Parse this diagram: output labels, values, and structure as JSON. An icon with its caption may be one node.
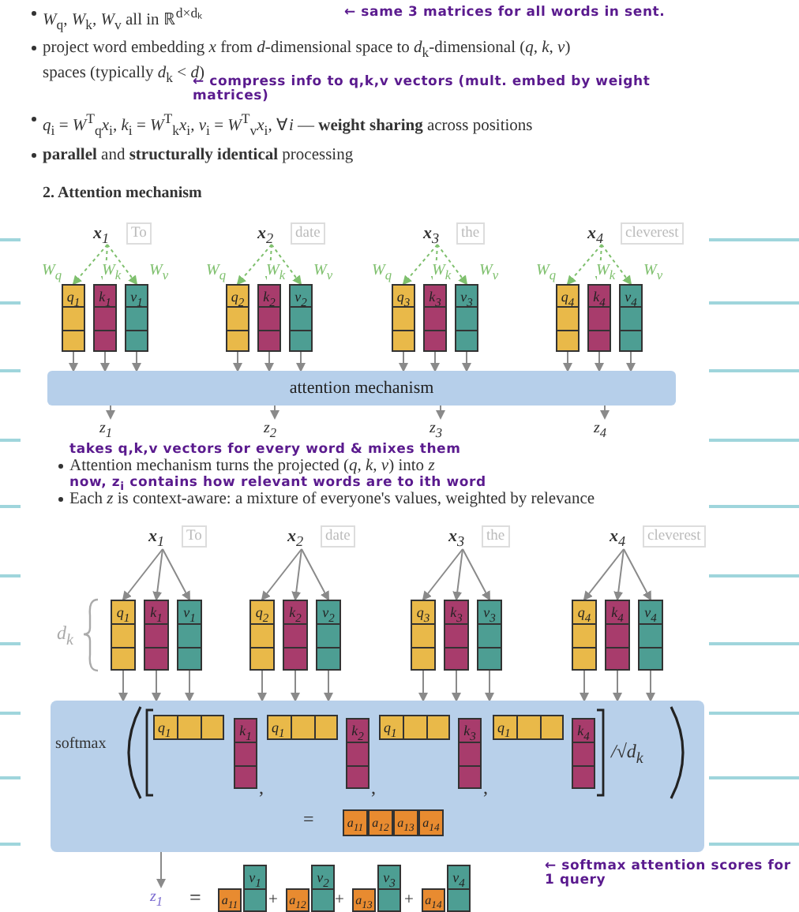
{
  "diagram": {
    "nodes": [
      {
        "text": [
          "**x**$_{1}$"
        ],
        "beside": [
          "To"
        ]
      },
      {
        "text": [
          "**x**$_{2}$"
        ],
        "beside": [
          "date"
        ]
      },
      {
        "text": [
          "**x**$_{3}$"
        ],
        "beside": [
          "the"
        ]
      },
      {
        "text": [
          "**x**$_{4}$"
        ],
        "beside": [
          "cleverest"
        ]
      },
      {
        "text": [
          "q$_{1}$"
        ]
      },
      {
        "text": [
          "k$_{1}$"
        ]
      },
      {
        "text": [
          "v$_{1}$"
        ]
      },
      {
        "text": [
          "q$_{2}$"
        ]
      },
      {
        "text": [
          "k$_{2}$"
        ]
      },
      {
        "text": [
          "v$_{2}$"
        ]
      },
      {
        "text": [
          "q$_{3}$"
        ]
      },
      {
        "text": [
          "k$_{3}$"
        ]
      },
      {
        "text": [
          "v$_{3}$"
        ]
      },
      {
        "text": [
          "q$_{4}$"
        ]
      },
      {
        "text": [
          "k$_{4}$"
        ]
      },
      {
        "text": [
          "v$_{4}$"
        ]
      },
      {
        "text": [
          "attention mechanism"
        ]
      },
      {
        "text": [
          "z$_{1}$"
        ]
      },
      {
        "text": [
          "z$_{2}$"
        ]
      },
      {
        "text": [
          "z$_{3}$"
        ]
      },
      {
        "text": [
          "z$_{4}$"
        ]
      },
      {
        "text": [
          "**x**$_{1}$"
        ],
        "beside": [
          "To"
        ]
      },
      {
        "text": [
          "**x**$_{2}$"
        ],
        "beside": [
          "date"
        ]
      },
      {
        "text": [
          "**x**$_{3}$"
        ],
        "beside": [
          "the"
        ]
      },
      {
        "text": [
          "**x**$_{4}$"
        ],
        "beside": [
          "cleverest"
        ]
      },
      {
        "text": [
          "q$_{1}$"
        ]
      },
      {
        "text": [
          "k$_{1}$"
        ]
      },
      {
        "text": [
          "v$_{1}$"
        ]
      },
      {
        "text": [
          "q$_{2}$"
        ]
      },
      {
        "text": [
          "k$_{2}$"
        ]
      },
      {
        "text": [
          "v$_{2}$"
        ]
      },
      {
        "text": [
          "q$_{3}$"
        ]
      },
      {
        "text": [
          "k$_{3}$"
        ]
      },
      {
        "text": [
          "v$_{3}$"
        ]
      },
      {
        "text": [
          "q$_{4}$"
        ]
      },
      {
        "text": [
          "k$_{4}$"
        ]
      },
      {
        "text": [
          "v$_{4}$"
        ]
      },
      {
        "text": [
          "softmax",
          ",",
          ",",
          ",",
          "/√d$_{k}$",
          "="
        ]
      },
      {
        "text": [
          "q$_{1}$"
        ],
        "in": 37
      },
      {
        "text": [
          "k$_{1}$"
        ],
        "in": 37
      },
      {
        "text": [
          "q$_{1}$"
        ],
        "in": 37
      },
      {
        "text": [
          "k$_{2}$"
        ],
        "in": 37
      },
      {
        "text": [
          "q$_{1}$"
        ],
        "in": 37
      },
      {
        "text": [
          "k$_{3}$"
        ],
        "in": 37
      },
      {
        "text": [
          "q$_{1}$"
        ],
        "in": 37
      },
      {
        "text": [
          "k$_{4}$"
        ],
        "in": 37
      },
      {
        "text": [
          "a$_{11}$"
        ],
        "in": 37
      },
      {
        "text": [
          "a$_{12}$"
        ],
        "in": 37
      },
      {
        "text": [
          "a$_{13}$"
        ],
        "in": 37
      },
      {
        "text": [
          "a$_{14}$"
        ],
        "in": 37
      },
      {
        "text": [
          "z$_{1}$"
        ]
      },
      {
        "text": [
          "a$_{11}$"
        ]
      },
      {
        "text": [
          "v$_{1}$"
        ]
      },
      {
        "text": [
          "a$_{12}$"
        ]
      },
      {
        "text": [
          "v$_{2}$"
        ]
      },
      {
        "text": [
          "a$_{13}$"
        ]
      },
      {
        "text": [
          "v$_{3}$"
        ]
      },
      {
        "text": [
          "a$_{14}$"
        ]
      },
      {
        "text": [
          "v$_{4}$"
        ]
      }
    ],
    "edges": [
      {
        "from": 0,
        "to": 4,
        "arrow": "to",
        "label": "W$_{q}$",
        "style": "dashed",
        "color": "#7fc06e"
      },
      {
        "from": 0,
        "to": 5,
        "arrow": "to",
        "label": "W$_{k}$",
        "style": "dashed",
        "color": "#7fc06e"
      },
      {
        "from": 0,
        "to": 6,
        "arrow": "to",
        "label": "W$_{v}$",
        "style": "dashed",
        "color": "#7fc06e"
      },
      {
        "from": 1,
        "to": 7,
        "arrow": "to",
        "label": "W$_{q}$",
        "style": "dashed",
        "color": "#7fc06e"
      },
      {
        "from": 1,
        "to": 8,
        "arrow": "to",
        "label": "W$_{k}$",
        "style": "dashed",
        "color": "#7fc06e"
      },
      {
        "from": 1,
        "to": 9,
        "arrow": "to",
        "label": "W$_{v}$",
        "style": "dashed",
        "color": "#7fc06e"
      },
      {
        "from": 2,
        "to": 10,
        "arrow": "to",
        "label": "W$_{q}$",
        "style": "dashed",
        "color": "#7fc06e"
      },
      {
        "from": 2,
        "to": 11,
        "arrow": "to",
        "label": "W$_{k}$",
        "style": "dashed",
        "color": "#7fc06e"
      },
      {
        "from": 2,
        "to": 12,
        "arrow": "to",
        "label": "W$_{v}$",
        "style": "dashed",
        "color": "#7fc06e"
      },
      {
        "from": 3,
        "to": 13,
        "arrow": "to",
        "label": "W$_{q}$",
        "style": "dashed",
        "color": "#7fc06e"
      },
      {
        "from": 3,
        "to": 14,
        "arrow": "to",
        "label": "W$_{k}$",
        "style": "dashed",
        "color": "#7fc06e"
      },
      {
        "from": 3,
        "to": 15,
        "arrow": "to",
        "label": "W$_{v}$",
        "style": "dashed",
        "color": "#7fc06e"
      },
      {
        "from": 4,
        "to": 16,
        "arrow": "to"
      },
      {
        "from": 5,
        "to": 16,
        "arrow": "to"
      },
      {
        "from": 6,
        "to": 16,
        "arrow": "to"
      },
      {
        "from": 7,
        "to": 16,
        "arrow": "to"
      },
      {
        "from": 8,
        "to": 16,
        "arrow": "to"
      },
      {
        "from": 9,
        "to": 16,
        "arrow": "to"
      },
      {
        "from": 10,
        "to": 16,
        "arrow": "to"
      },
      {
        "from": 11,
        "to": 16,
        "arrow": "to"
      },
      {
        "from": 12,
        "to": 16,
        "arrow": "to"
      },
      {
        "from": 13,
        "to": 16,
        "arrow": "to"
      },
      {
        "from": 14,
        "to": 16,
        "arrow": "to"
      },
      {
        "from": 15,
        "to": 16,
        "arrow": "to"
      },
      {
        "from": 16,
        "to": 17,
        "arrow": "to"
      },
      {
        "from": 16,
        "to": 18,
        "arrow": "to"
      },
      {
        "from": 16,
        "to": 19,
        "arrow": "to"
      },
      {
        "from": 16,
        "to": 20,
        "arrow": "to"
      },
      {
        "from": 21,
        "to": 25,
        "arrow": "to"
      },
      {
        "from": 21,
        "to": 26,
        "arrow": "to"
      },
      {
        "from": 21,
        "to": 27,
        "arrow": "to"
      },
      {
        "from": 22,
        "to": 28,
        "arrow": "to"
      },
      {
        "from": 22,
        "to": 29,
        "arrow": "to"
      },
      {
        "from": 22,
        "to": 30,
        "arrow": "to"
      },
      {
        "from": 23,
        "to": 31,
        "arrow": "to"
      },
      {
        "from": 23,
        "to": 32,
        "arrow": "to"
      },
      {
        "from": 23,
        "to": 33,
        "arrow": "to"
      },
      {
        "from": 24,
        "to": 34,
        "arrow": "to"
      },
      {
        "from": 24,
        "to": 35,
        "arrow": "to"
      },
      {
        "from": 24,
        "to": 36,
        "arrow": "to"
      },
      {
        "from": 25,
        "to": 37,
        "arrow": "to"
      },
      {
        "from": 26,
        "to": 37,
        "arrow": "to"
      },
      {
        "from": 27,
        "to": 37,
        "arrow": "to"
      },
      {
        "from": 28,
        "to": 37,
        "arrow": "to"
      },
      {
        "from": 29,
        "to": 37,
        "arrow": "to"
      },
      {
        "from": 30,
        "to": 37,
        "arrow": "to"
      },
      {
        "from": 31,
        "to": 37,
        "arrow": "to"
      },
      {
        "from": 32,
        "to": 37,
        "arrow": "to"
      },
      {
        "from": 33,
        "to": 37,
        "arrow": "to"
      },
      {
        "from": 34,
        "to": 37,
        "arrow": "to"
      },
      {
        "from": 35,
        "to": 37,
        "arrow": "to"
      },
      {
        "from": 36,
        "to": 37,
        "arrow": "to"
      },
      {
        "from": 37,
        "to": 50,
        "arrow": "to"
      }
    ],
    "labels": [
      "*W*$_{q}$, *W*$_{k}$, *W*$_{v}$ all in ℝ$^{d×dₖ}$",
      "← same 3 matrices for all words in sent.",
      "project word embedding *x* from *d*-dimensional space to *d*$_{k}$-dimensional (*q*, *k*, *v*) spaces (typically *d*$_{k}$ < *d*)",
      "← compress info to q,k,v vectors (mult. embed by weight matrices)",
      "*q*$_{i}$ = *W*$^{T}$$_{q}$*x*$_{i}$, *k*$_{i}$ = *W*$^{T}$$_{k}$*x*$_{i}$, *v*$_{i}$ = *W*$^{T}$$_{v}$*x*$_{i}$, ∀*i* — **weight sharing** across positions",
      "**parallel** and **structurally identical** processing",
      "2. Attention mechanism",
      "takes q,k,v vectors for every word & mixes them",
      "Attention mechanism turns the projected (*q*, *k*, *v*) into *z*",
      "now, z$_{i}$ contains how relevant words are to ith word",
      "Each *z* is context-aware: a mixture of everyone's values, weighted by relevance",
      "d$_{k}$",
      "=",
      "+",
      "+",
      "+",
      "← softmax attention scores for 1 query"
    ]
  }
}
